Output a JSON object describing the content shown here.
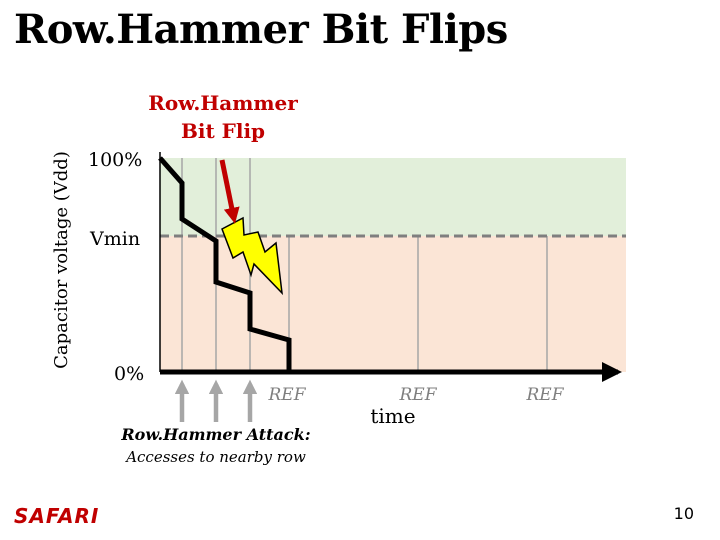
{
  "title": "Row.Hammer Bit Flips",
  "y_axis_label": "Capacitor voltage (Vdd)",
  "level_labels": {
    "full": "100%",
    "vmin": "Vmin",
    "zero": "0%"
  },
  "bit_flip_label": [
    "Row.Hammer",
    "Bit Flip"
  ],
  "ref_labels": [
    "REF",
    "REF",
    "REF"
  ],
  "x_axis_label": "time",
  "attack_label": "Row.Hammer Attack:",
  "attack_sublabel": "Accesses to nearby row",
  "logo": "SAFARI",
  "page_number": "10",
  "colors": {
    "safe_region": "#e2efda",
    "danger_region": "#fbe5d6",
    "vmin_line": "#7f7f7f",
    "refresh_line": "#a6a6a6",
    "voltage_trace": "#000000",
    "bitflip_arrow": "#c00000",
    "lightning_fill": "#ffff00",
    "attack_arrows": "#a6a6a6",
    "logo": "#c00000"
  }
}
